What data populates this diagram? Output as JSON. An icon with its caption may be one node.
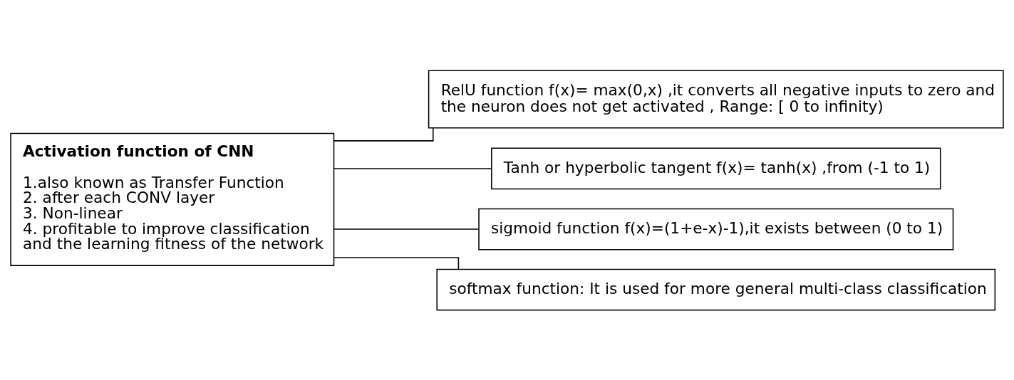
{
  "diagram": {
    "nodes": [
      {
        "text": [
          "Activation function of CNN",
          "1.also known as Transfer Function",
          "2. after each CONV layer",
          "3. Non-linear",
          "4. profitable to improve classification and the learning fitness of the network"
        ]
      },
      {
        "text": [
          "RelU function f(x)= max(0,x) ,it converts all negative inputs to zero and the neuron does not get activated , Range: [ 0 to infinity)"
        ]
      },
      {
        "text": [
          "Tanh or hyperbolic tangent f(x)= tanh(x) ,from (-1 to 1)"
        ]
      },
      {
        "text": [
          "sigmoid function f(x)=(1+e-x)-1),it exists between (0 to 1)"
        ]
      },
      {
        "text": [
          "softmax function: It is used for more general multi-class classification"
        ]
      }
    ],
    "edges": [
      {
        "from": 0,
        "to": 1,
        "arrow": "none"
      },
      {
        "from": 0,
        "to": 2,
        "arrow": "none"
      },
      {
        "from": 0,
        "to": 3,
        "arrow": "none"
      },
      {
        "from": 0,
        "to": 4,
        "arrow": "none"
      }
    ]
  }
}
